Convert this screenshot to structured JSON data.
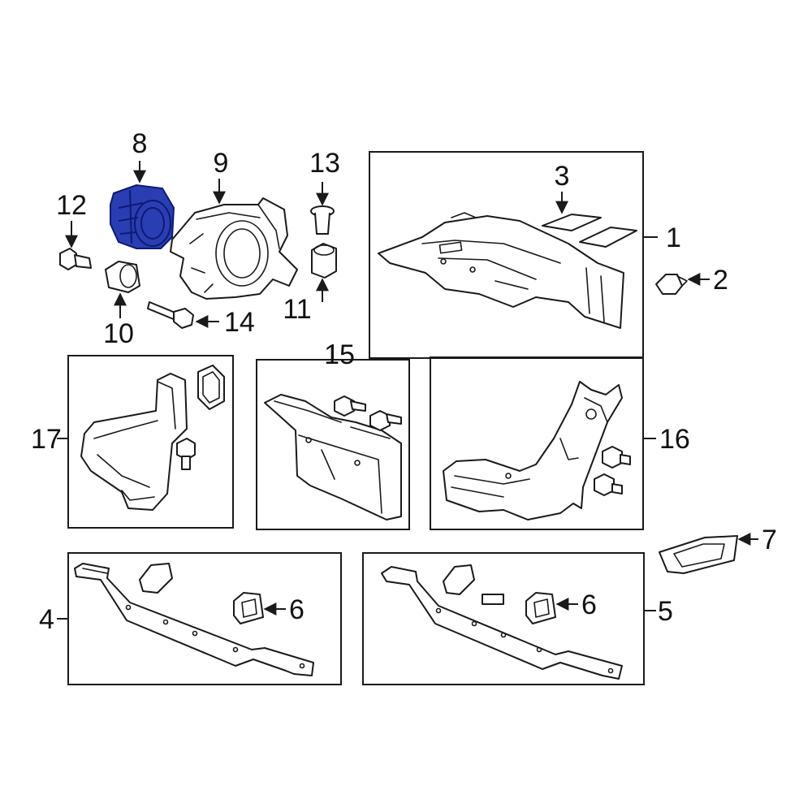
{
  "diagram": {
    "highlight_color": "#2b3db3",
    "callouts": [
      {
        "id": "c1",
        "label": "1"
      },
      {
        "id": "c2",
        "label": "2"
      },
      {
        "id": "c3",
        "label": "3"
      },
      {
        "id": "c4",
        "label": "4"
      },
      {
        "id": "c5",
        "label": "5"
      },
      {
        "id": "c6a",
        "label": "6"
      },
      {
        "id": "c6b",
        "label": "6"
      },
      {
        "id": "c7",
        "label": "7"
      },
      {
        "id": "c8",
        "label": "8"
      },
      {
        "id": "c9",
        "label": "9"
      },
      {
        "id": "c10",
        "label": "10"
      },
      {
        "id": "c11",
        "label": "11"
      },
      {
        "id": "c12",
        "label": "12"
      },
      {
        "id": "c13",
        "label": "13"
      },
      {
        "id": "c14",
        "label": "14"
      },
      {
        "id": "c15",
        "label": "15"
      },
      {
        "id": "c16",
        "label": "16"
      },
      {
        "id": "c17",
        "label": "17"
      }
    ]
  }
}
